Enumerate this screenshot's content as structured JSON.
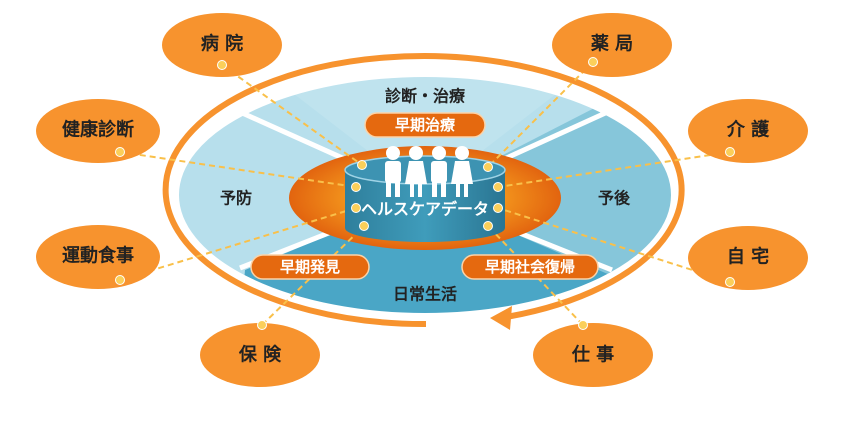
{
  "center": {
    "label": "ヘルスケアデータ"
  },
  "phases": {
    "top": "診断・治療",
    "left": "予防",
    "right": "予後",
    "bottom": "日常生活"
  },
  "pills": {
    "treatment": "早期治療",
    "discovery": "早期発見",
    "return": "早期社会復帰"
  },
  "bubbles": {
    "hospital": "病 院",
    "checkup": "健康診断",
    "exercise": "運動食事",
    "insurance": "保 険",
    "pharmacy": "薬 局",
    "care": "介 護",
    "home": "自 宅",
    "work": "仕 事"
  },
  "colors": {
    "orange": "#f7932e",
    "darkOrange": "#e5690f",
    "lightBlue": "#b5dfeb",
    "midBlue": "#86c8dc",
    "deepBlue": "#4aa8c8",
    "dash": "#f9c04a"
  }
}
